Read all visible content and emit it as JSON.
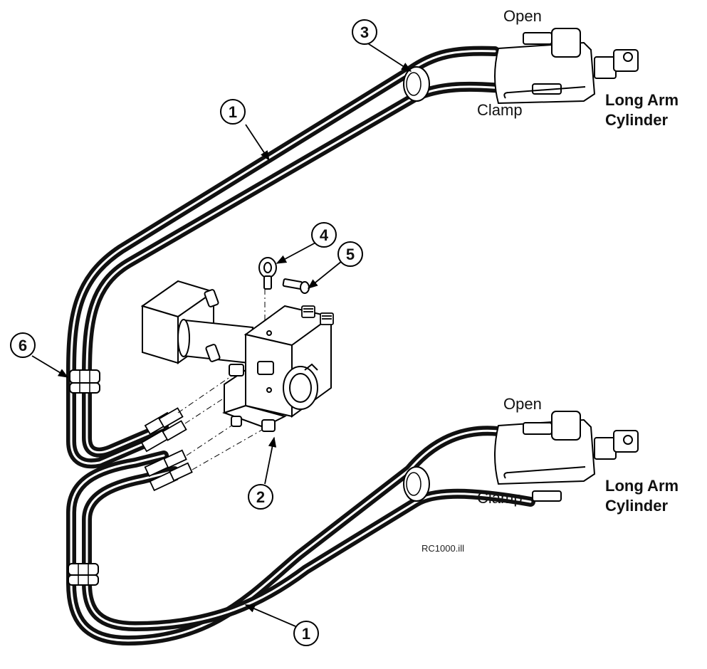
{
  "callouts": {
    "c1_top": "1",
    "c1_bottom": "1",
    "c2": "2",
    "c3": "3",
    "c4": "4",
    "c5": "5",
    "c6": "6"
  },
  "top_cylinder": {
    "open_label": "Open",
    "clamp_label": "Clamp",
    "name_line1": "Long Arm",
    "name_line2": "Cylinder"
  },
  "bottom_cylinder": {
    "open_label": "Open",
    "clamp_label": "Clamp",
    "name_line1": "Long Arm",
    "name_line2": "Cylinder"
  },
  "figure_id": "RC1000.ill",
  "colors": {
    "line": "#000000",
    "hose": "#111111",
    "paper": "#ffffff"
  }
}
